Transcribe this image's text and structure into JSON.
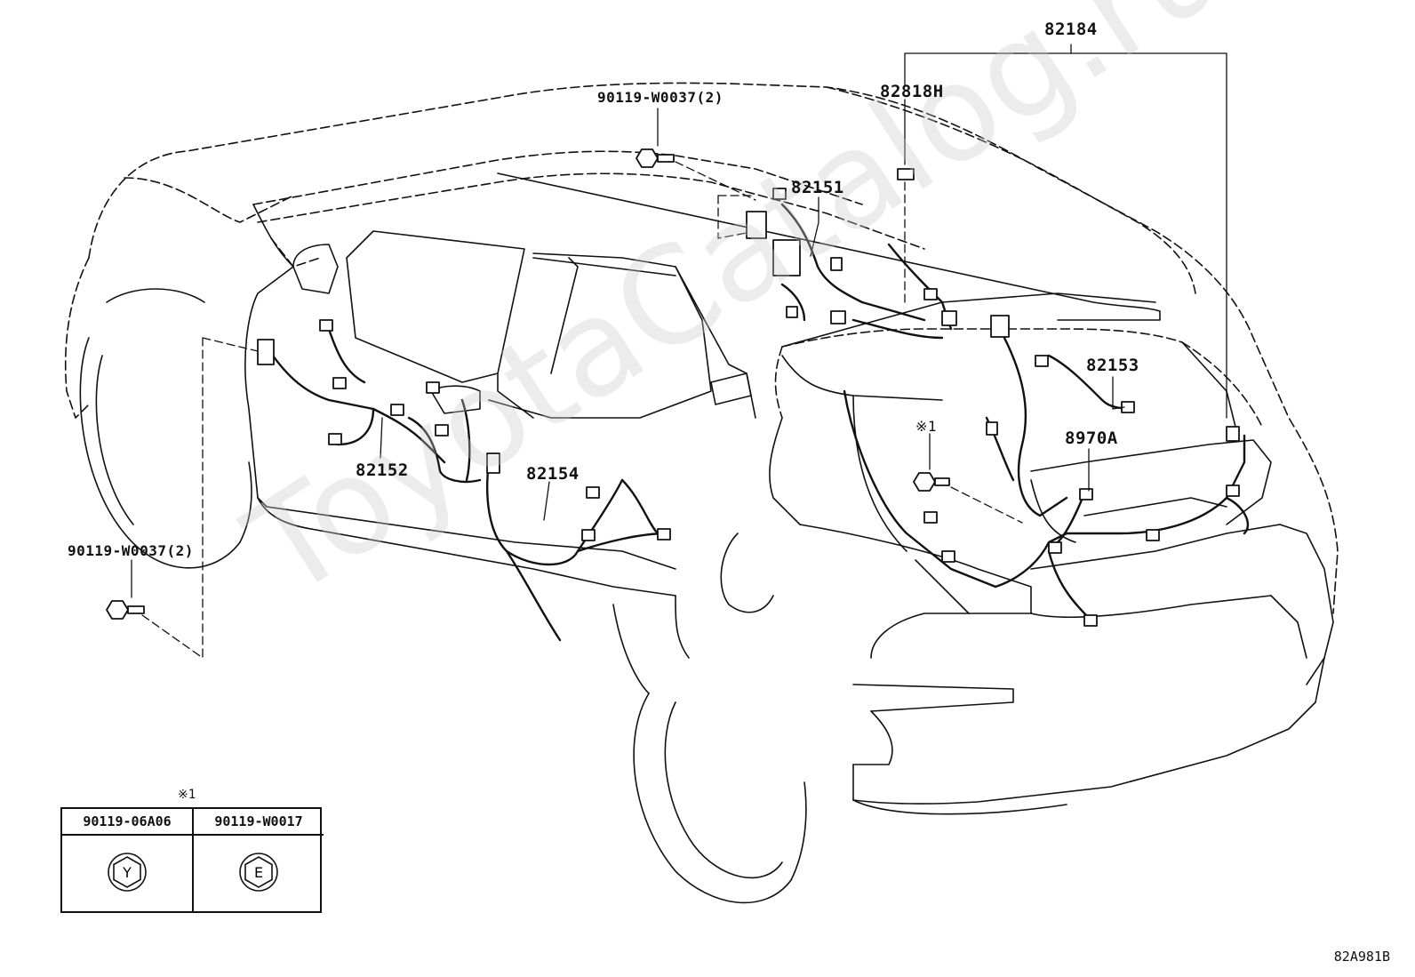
{
  "diagram_code": "82A981B",
  "watermark": "ToyotaCatalog.ru",
  "callouts": {
    "top_group": "82184",
    "sensor": "82818H",
    "roof_harness": "82151",
    "front_door": "82152",
    "rear_door": "82154",
    "back_door_right": "82153",
    "back_door": "8970A",
    "bolt_top": "90119-W0037(2)",
    "bolt_left": "90119-W0037(2)",
    "note_mark_tailgate": "※1"
  },
  "legend": {
    "note_mark": "※1",
    "columns": [
      {
        "part": "90119-06A06",
        "symbol_letter": "Y"
      },
      {
        "part": "90119-W0017",
        "symbol_letter": "E"
      }
    ]
  }
}
